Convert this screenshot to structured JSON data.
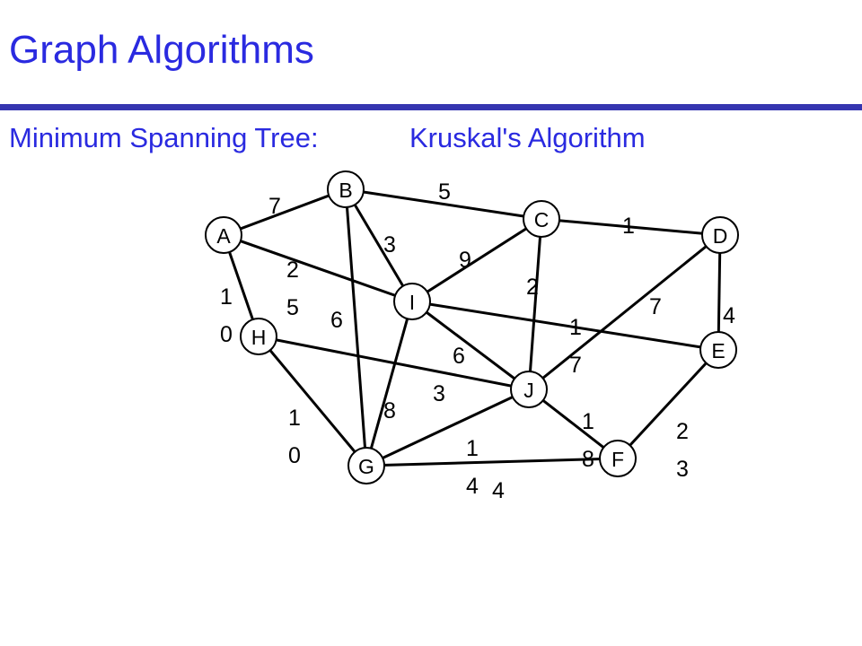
{
  "header": {
    "title": "Graph Algorithms",
    "subtitle_left": "Minimum Spanning Tree:",
    "subtitle_right": "Kruskal's Algorithm"
  },
  "colors": {
    "title": "#2a2ae0",
    "rule": "#3535b0",
    "ink": "#000000"
  },
  "graph": {
    "nodes": [
      "A",
      "B",
      "C",
      "D",
      "E",
      "F",
      "G",
      "H",
      "I",
      "J"
    ],
    "edges": [
      {
        "from": "A",
        "to": "B",
        "weight": "7"
      },
      {
        "from": "B",
        "to": "C",
        "weight": "5"
      },
      {
        "from": "C",
        "to": "D",
        "weight": "1"
      },
      {
        "from": "B",
        "to": "I",
        "weight": "3"
      },
      {
        "from": "I",
        "to": "C",
        "weight": "9"
      },
      {
        "from": "A",
        "to": "I",
        "weight": "25"
      },
      {
        "from": "A",
        "to": "H",
        "weight": "10"
      },
      {
        "from": "B",
        "to": "G",
        "weight": "6"
      },
      {
        "from": "C",
        "to": "J",
        "weight": "2"
      },
      {
        "from": "J",
        "to": "D",
        "weight": "7"
      },
      {
        "from": "D",
        "to": "E",
        "weight": "4"
      },
      {
        "from": "I",
        "to": "E",
        "weight": "17"
      },
      {
        "from": "I",
        "to": "J",
        "weight": "6"
      },
      {
        "from": "H",
        "to": "J",
        "weight": "3"
      },
      {
        "from": "I",
        "to": "G",
        "weight": "8"
      },
      {
        "from": "H",
        "to": "G",
        "weight": "10"
      },
      {
        "from": "J",
        "to": "G",
        "weight": "14"
      },
      {
        "from": "J",
        "to": "F",
        "weight": "18"
      },
      {
        "from": "E",
        "to": "F",
        "weight": "23"
      },
      {
        "from": "G",
        "to": "F",
        "weight": "4"
      }
    ]
  }
}
